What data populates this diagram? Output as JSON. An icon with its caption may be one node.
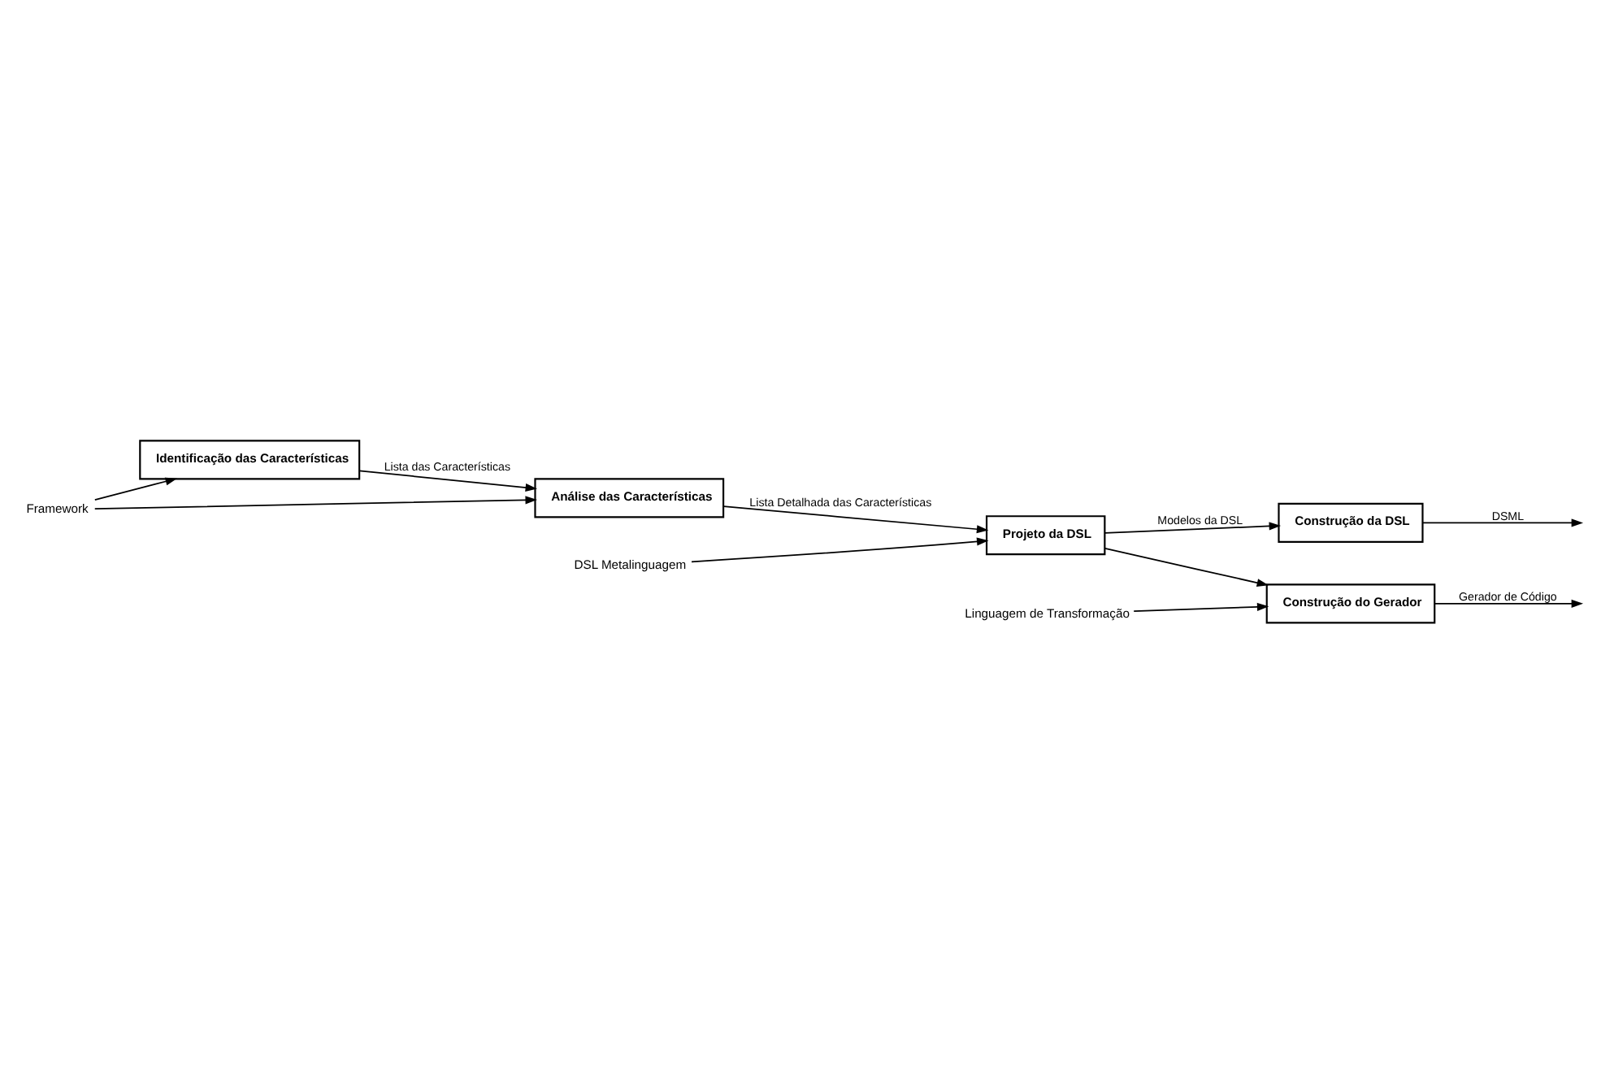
{
  "diagram": {
    "nodes": [
      {
        "text": [
          "Framework"
        ]
      },
      {
        "text": [
          "Identificação das Características"
        ]
      },
      {
        "text": [
          "Análise das Características"
        ]
      },
      {
        "text": [
          "DSL Metalinguagem"
        ]
      },
      {
        "text": [
          "Projeto da DSL"
        ]
      },
      {
        "text": [
          "Construção da DSL"
        ]
      },
      {
        "text": [
          "Linguagem de Transformação"
        ]
      },
      {
        "text": [
          "Construção do Gerador"
        ]
      }
    ],
    "edges": [
      {
        "from": 0,
        "to": 1,
        "arrow": "to"
      },
      {
        "from": 0,
        "to": 2,
        "arrow": "to"
      },
      {
        "from": 1,
        "to": 2,
        "arrow": "to",
        "label": "Lista das Características"
      },
      {
        "from": 2,
        "to": 4,
        "arrow": "to",
        "label": "Lista Detalhada das Características"
      },
      {
        "from": 3,
        "to": 4,
        "arrow": "to"
      },
      {
        "from": 4,
        "to": 5,
        "arrow": "to",
        "label": "Modelos da DSL"
      },
      {
        "from": 4,
        "to": 7,
        "arrow": "to"
      },
      {
        "from": 5,
        "to": null,
        "arrow": "to",
        "label": "DSML"
      },
      {
        "from": 6,
        "to": 7,
        "arrow": "to"
      },
      {
        "from": 7,
        "to": null,
        "arrow": "to",
        "label": "Gerador de Código"
      }
    ]
  }
}
